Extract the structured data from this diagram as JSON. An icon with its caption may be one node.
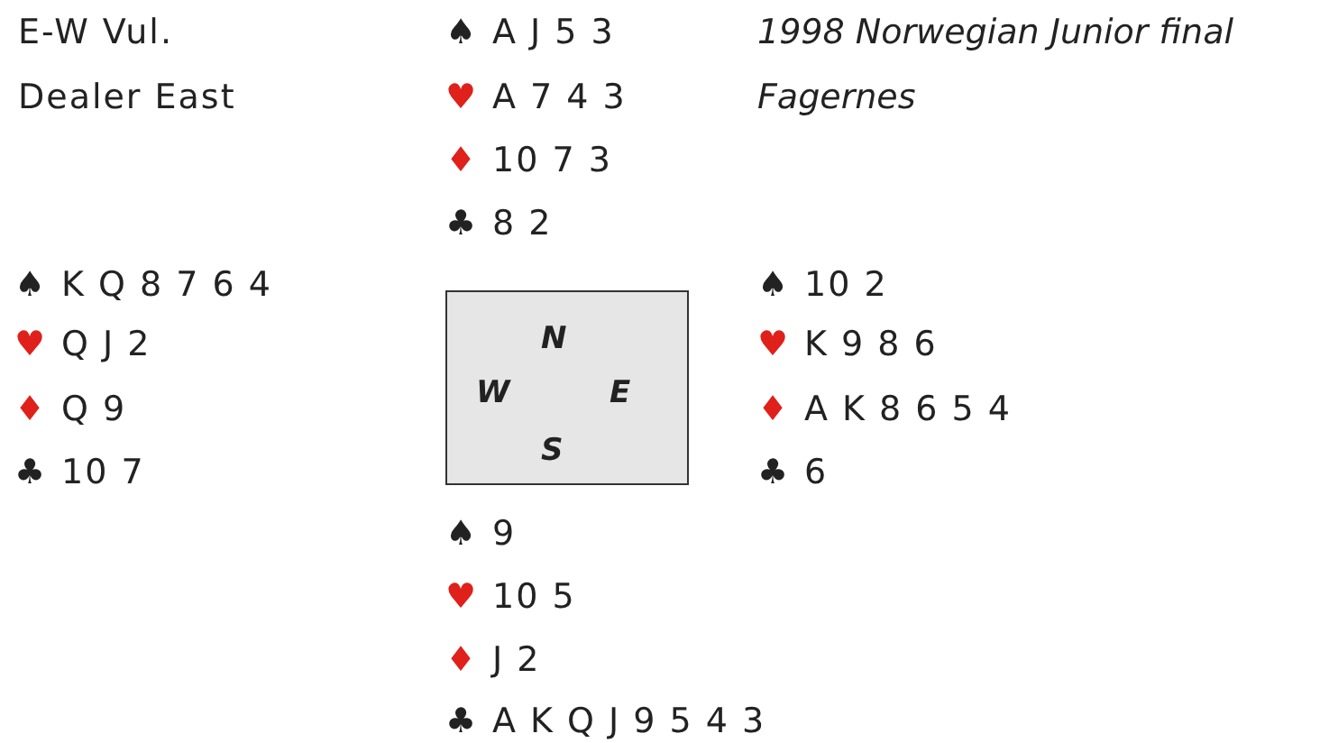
{
  "diagram": {
    "nodes": [
      {
        "text": [
          "N",
          "W",
          "E",
          "S"
        ]
      }
    ],
    "edges": [],
    "labels": [
      "E-W Vul.",
      "♠ A J 5 3",
      "1998 Norwegian Junior final",
      "Dealer East",
      "♥ A 7 4 3",
      "Fagernes",
      "♦ 10 7 3",
      "♣ 8 2",
      "♠ K Q 8 7 6 4",
      "♠ 10 2",
      "♥ Q J 2",
      "♥ K 9 8 6",
      "♦ Q 9",
      "♦ A K 8 6 5 4",
      "♣ 10 7",
      "♣ 6",
      "♠ 9",
      "♥ 10 5",
      "♦ J 2",
      "♣ A K Q J 9 5 4 3"
    ]
  }
}
